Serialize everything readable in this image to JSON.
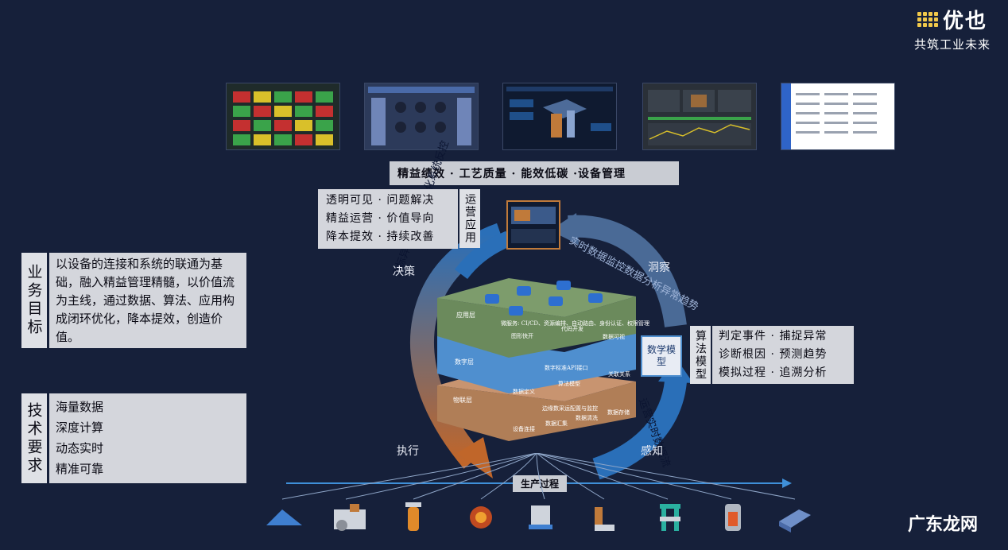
{
  "brand": {
    "name": "优也",
    "tagline": "共筑工业未来"
  },
  "top_goals": "精益绩效 · 工艺质量 · 能效低碳 ·设备管理",
  "ops_app": {
    "lines": [
      "透明可见 · 问题解决",
      "精益运营 · 价值导向",
      "降本提效 · 持续改善"
    ],
    "title": "运营应用"
  },
  "algo_model": {
    "title": "算法模型",
    "cube_label": "数学模型",
    "lines": [
      "判定事件 · 捕捉异常",
      "诊断根因 · 预测趋势",
      "模拟过程 · 追溯分析"
    ]
  },
  "business_goal": {
    "title": "业务目标",
    "text": "以设备的连接和系统的联通为基础，融入精益管理精髓，以价值流为主线，通过数据、算法、应用构成闭环优化，降本提效，创造价值。"
  },
  "tech_req": {
    "title": "技术要求",
    "items": [
      "海量数据",
      "深度计算",
      "动态实时",
      "精准可靠"
    ]
  },
  "cycle": {
    "decide": "决策",
    "insight": "洞察",
    "execute": "执行",
    "sense": "感知",
    "arc_left": "多标异构的实时自动化系统反控",
    "arc_top": "实时数据监控数据分析异常趋势",
    "arc_right": "运营实时数据流"
  },
  "platform": {
    "layers": [
      {
        "name": "应用层",
        "items": [
          "微服务: CI/CD、资源编排、自动路由、身份认证、权限管理",
          "图形快开",
          "代码开发",
          "数据可视"
        ]
      },
      {
        "name": "数字层",
        "items": [
          "数字标准API接口",
          "数据定义",
          "算法模型",
          "关联关系"
        ]
      },
      {
        "name": "物联层",
        "items": [
          "边缘数采运配置与监控",
          "设备连接",
          "数据汇集",
          "数据清洗",
          "数据存储"
        ]
      }
    ]
  },
  "production": {
    "label": "生产过程"
  },
  "watermark": "广东龙网",
  "colors": {
    "bg": "#16203a",
    "app_layer": "#6b8a5c",
    "data_layer": "#4f8fcf",
    "iot_layer": "#b07e57",
    "arrow_blue": "#2a6fb8",
    "arrow_orange": "#c0662a"
  }
}
